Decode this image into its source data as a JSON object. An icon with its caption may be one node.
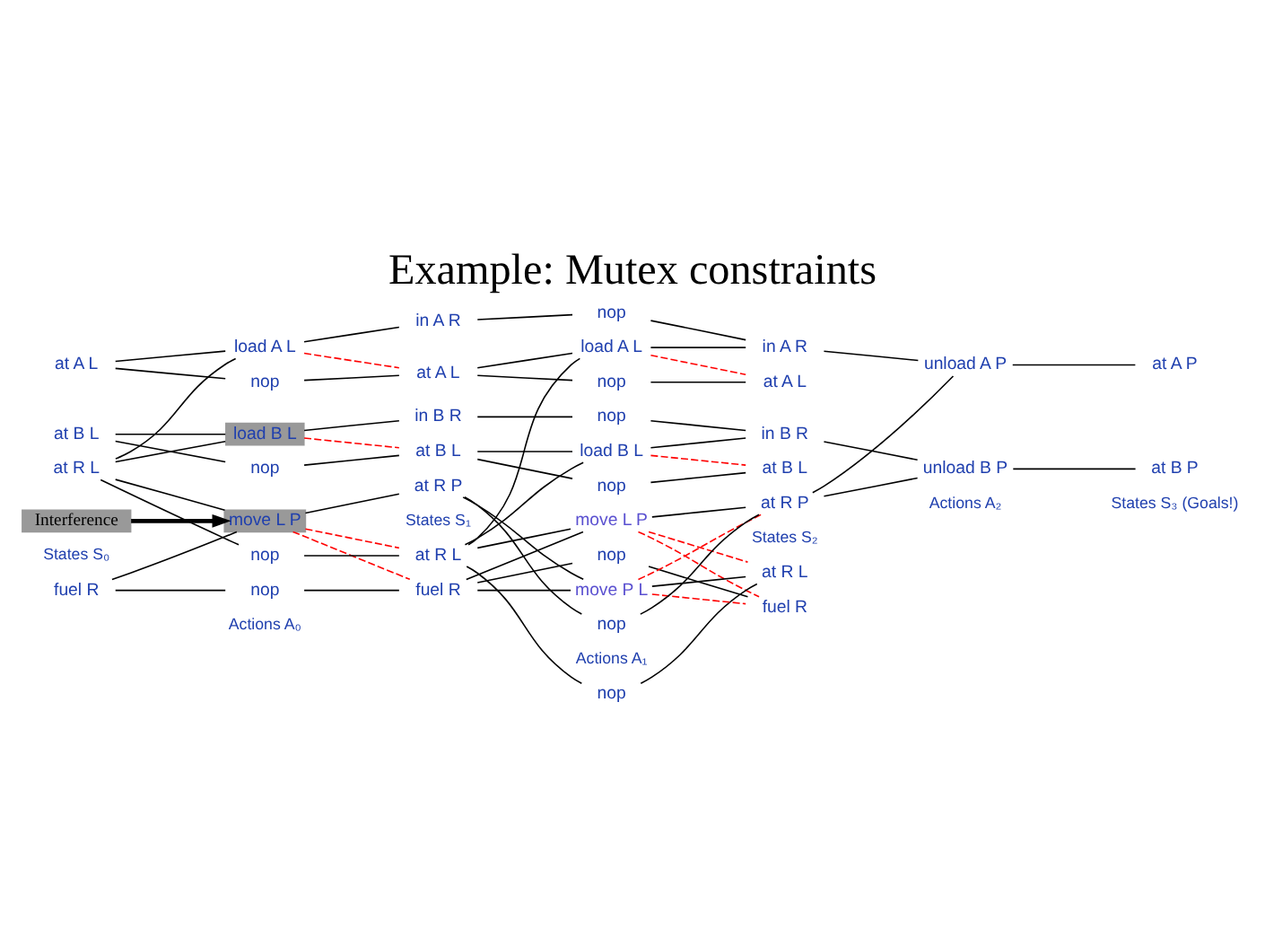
{
  "diagram": {
    "title": "Example: Mutex constraints",
    "nodes": [
      {
        "text": [
          "at A L"
        ]
      },
      {
        "text": [
          "at B L"
        ]
      },
      {
        "text": [
          "at R L"
        ]
      },
      {
        "text": [
          "fuel R"
        ]
      },
      {
        "text": [
          "load A L"
        ]
      },
      {
        "text": [
          "nop"
        ]
      },
      {
        "text": [
          "load B L"
        ]
      },
      {
        "text": [
          "nop"
        ]
      },
      {
        "text": [
          "move L P"
        ]
      },
      {
        "text": [
          "nop"
        ]
      },
      {
        "text": [
          "nop"
        ]
      },
      {
        "text": [
          "at A L"
        ]
      },
      {
        "text": [
          "at B L"
        ]
      },
      {
        "text": [
          "at R L"
        ]
      },
      {
        "text": [
          "fuel R"
        ]
      },
      {
        "text": [
          "in A R"
        ]
      },
      {
        "text": [
          "in B R"
        ]
      },
      {
        "text": [
          "at R P"
        ]
      },
      {
        "text": [
          "load A L"
        ]
      },
      {
        "text": [
          "nop"
        ]
      },
      {
        "text": [
          "load B L"
        ]
      },
      {
        "text": [
          "nop"
        ]
      },
      {
        "text": [
          "move L P"
        ]
      },
      {
        "text": [
          "nop"
        ]
      },
      {
        "text": [
          "nop"
        ]
      },
      {
        "text": [
          "nop"
        ]
      },
      {
        "text": [
          "move P L"
        ]
      },
      {
        "text": [
          "nop"
        ]
      },
      {
        "text": [
          "nop"
        ]
      },
      {
        "text": [
          "at A L"
        ]
      },
      {
        "text": [
          "at B L"
        ]
      },
      {
        "text": [
          "at R L"
        ]
      },
      {
        "text": [
          "fuel R"
        ]
      },
      {
        "text": [
          "in A R"
        ]
      },
      {
        "text": [
          "in B R"
        ]
      },
      {
        "text": [
          "at R P"
        ]
      },
      {
        "text": [
          "unload A P"
        ]
      },
      {
        "text": [
          "unload B P"
        ]
      },
      {
        "text": [
          "at A P"
        ]
      },
      {
        "text": [
          "at B P"
        ]
      },
      {
        "text": [
          "Interference"
        ]
      }
    ],
    "edges": [
      {
        "from": 0,
        "to": 4,
        "arrow": "none"
      },
      {
        "from": 0,
        "to": 5,
        "arrow": "none"
      },
      {
        "from": 2,
        "to": 4,
        "arrow": "none"
      },
      {
        "from": 1,
        "to": 6,
        "arrow": "none"
      },
      {
        "from": 1,
        "to": 7,
        "arrow": "none"
      },
      {
        "from": 2,
        "to": 6,
        "arrow": "none"
      },
      {
        "from": 2,
        "to": 8,
        "arrow": "none"
      },
      {
        "from": 2,
        "to": 9,
        "arrow": "none"
      },
      {
        "from": 3,
        "to": 8,
        "arrow": "none"
      },
      {
        "from": 3,
        "to": 10,
        "arrow": "none"
      },
      {
        "from": 5,
        "to": 11,
        "arrow": "none"
      },
      {
        "from": 7,
        "to": 12,
        "arrow": "none"
      },
      {
        "from": 9,
        "to": 13,
        "arrow": "none"
      },
      {
        "from": 10,
        "to": 14,
        "arrow": "none"
      },
      {
        "from": 4,
        "to": 15,
        "arrow": "none"
      },
      {
        "from": 6,
        "to": 16,
        "arrow": "none"
      },
      {
        "from": 8,
        "to": 17,
        "arrow": "none"
      },
      {
        "from": 4,
        "to": 11,
        "arrow": "none",
        "style": "dashed",
        "color": "#ff0000"
      },
      {
        "from": 6,
        "to": 12,
        "arrow": "none",
        "style": "dashed",
        "color": "#ff0000"
      },
      {
        "from": 8,
        "to": 13,
        "arrow": "none",
        "style": "dashed",
        "color": "#ff0000"
      },
      {
        "from": 8,
        "to": 14,
        "arrow": "none",
        "style": "dashed",
        "color": "#ff0000"
      },
      {
        "from": 40,
        "to": 8,
        "arrow": "to",
        "style": "thick"
      },
      {
        "from": 11,
        "to": 18,
        "arrow": "none"
      },
      {
        "from": 11,
        "to": 19,
        "arrow": "none"
      },
      {
        "from": 13,
        "to": 18,
        "arrow": "none"
      },
      {
        "from": 12,
        "to": 20,
        "arrow": "none"
      },
      {
        "from": 12,
        "to": 21,
        "arrow": "none"
      },
      {
        "from": 13,
        "to": 20,
        "arrow": "none"
      },
      {
        "from": 13,
        "to": 22,
        "arrow": "none"
      },
      {
        "from": 13,
        "to": 23,
        "arrow": "none"
      },
      {
        "from": 14,
        "to": 22,
        "arrow": "none"
      },
      {
        "from": 14,
        "to": 24,
        "arrow": "none"
      },
      {
        "from": 14,
        "to": 26,
        "arrow": "none"
      },
      {
        "from": 15,
        "to": 25,
        "arrow": "none"
      },
      {
        "from": 16,
        "to": 27,
        "arrow": "none"
      },
      {
        "from": 17,
        "to": 26,
        "arrow": "none"
      },
      {
        "from": 17,
        "to": 28,
        "arrow": "none"
      },
      {
        "from": 19,
        "to": 29,
        "arrow": "none"
      },
      {
        "from": 21,
        "to": 30,
        "arrow": "none"
      },
      {
        "from": 23,
        "to": 31,
        "arrow": "none"
      },
      {
        "from": 24,
        "to": 32,
        "arrow": "none"
      },
      {
        "from": 25,
        "to": 33,
        "arrow": "none"
      },
      {
        "from": 27,
        "to": 34,
        "arrow": "none"
      },
      {
        "from": 28,
        "to": 35,
        "arrow": "none"
      },
      {
        "from": 18,
        "to": 33,
        "arrow": "none"
      },
      {
        "from": 20,
        "to": 34,
        "arrow": "none"
      },
      {
        "from": 22,
        "to": 35,
        "arrow": "none"
      },
      {
        "from": 26,
        "to": 31,
        "arrow": "none"
      },
      {
        "from": 18,
        "to": 29,
        "arrow": "none",
        "style": "dashed",
        "color": "#ff0000"
      },
      {
        "from": 20,
        "to": 30,
        "arrow": "none",
        "style": "dashed",
        "color": "#ff0000"
      },
      {
        "from": 22,
        "to": 31,
        "arrow": "none",
        "style": "dashed",
        "color": "#ff0000"
      },
      {
        "from": 22,
        "to": 32,
        "arrow": "none",
        "style": "dashed",
        "color": "#ff0000"
      },
      {
        "from": 26,
        "to": 32,
        "arrow": "none",
        "style": "dashed",
        "color": "#ff0000"
      },
      {
        "from": 26,
        "to": 35,
        "arrow": "none",
        "style": "dashed",
        "color": "#ff0000"
      },
      {
        "from": 33,
        "to": 36,
        "arrow": "none"
      },
      {
        "from": 35,
        "to": 36,
        "arrow": "none"
      },
      {
        "from": 34,
        "to": 37,
        "arrow": "none"
      },
      {
        "from": 35,
        "to": 37,
        "arrow": "none"
      },
      {
        "from": 36,
        "to": 38,
        "arrow": "none"
      },
      {
        "from": 37,
        "to": 39,
        "arrow": "none"
      }
    ],
    "labels": [
      "States S₀",
      "Actions A₀",
      "States S₁",
      "Actions A₁",
      "States S₂",
      "Actions A₂",
      "States S₃ (Goals!)"
    ]
  }
}
